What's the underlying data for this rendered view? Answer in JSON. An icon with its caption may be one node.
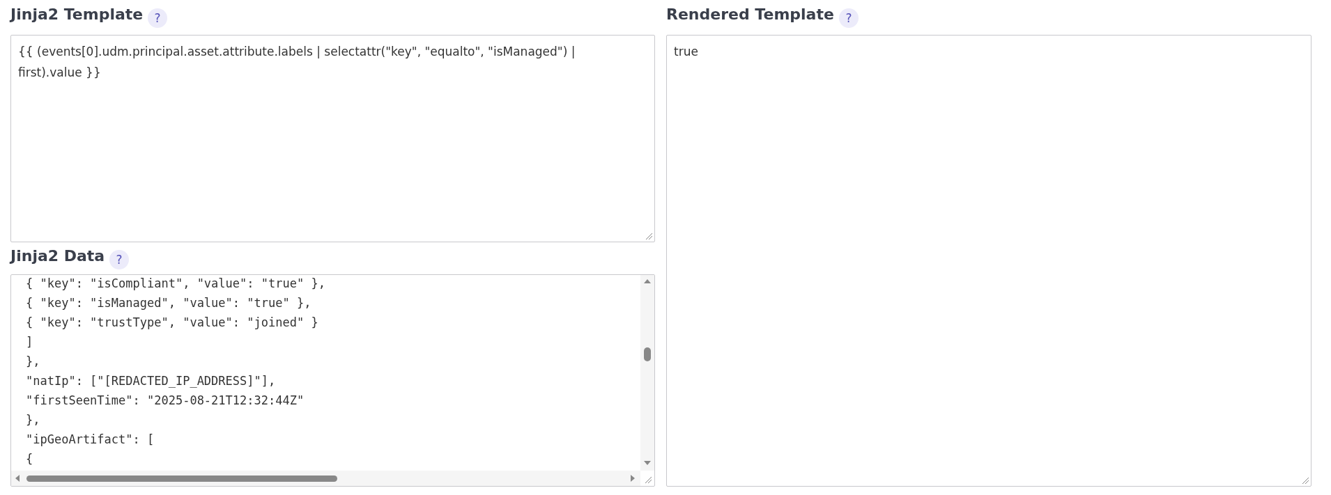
{
  "diagram": {
    "nodes": [
      {
        "text": [
          "Jinja2 Template",
          "{{ (events[0].udm.principal.asset.attribute.labels | selectattr(\"key\", \"equalto\", \"isManaged\") | first).value }}"
        ]
      },
      {
        "text": [
          "?"
        ]
      },
      {
        "text": [
          "Jinja2 Data",
          "{ \"key\": \"isCompliant\", \"value\": \"true\" },",
          "{ \"key\": \"isManaged\", \"value\": \"true\" },",
          "{ \"key\": \"trustType\", \"value\": \"joined\" }",
          "]",
          "},",
          "\"natIp\": [\"[REDACTED_IP_ADDRESS]\"],",
          "\"firstSeenTime\": \"2025-08-21T12:32:44Z\"",
          "},",
          "\"ipGeoArtifact\": [",
          "{"
        ]
      },
      {
        "text": [
          "?"
        ]
      },
      {
        "text": [
          "Rendered Template",
          "true"
        ]
      },
      {
        "text": [
          "?"
        ]
      }
    ]
  }
}
